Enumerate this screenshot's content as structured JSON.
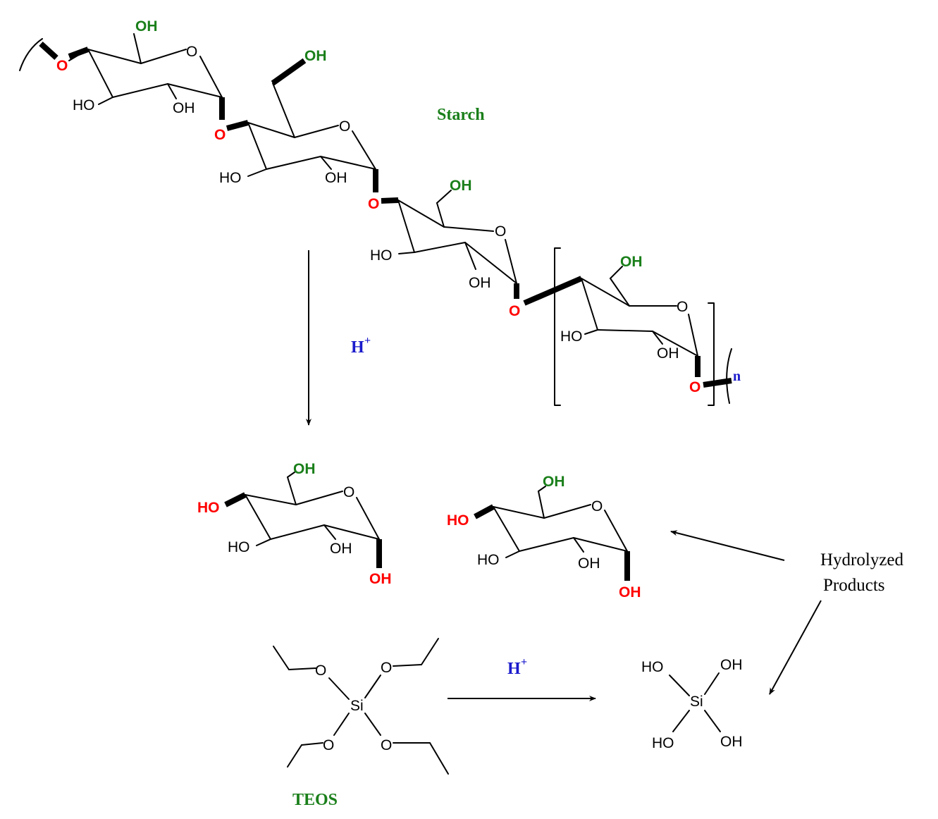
{
  "colors": {
    "ink": "#000000",
    "green": "#1a7f1a",
    "red": "#ff0000",
    "blue": "#1a1acc"
  },
  "labels": {
    "starch": "Starch",
    "teos": "TEOS",
    "h_plus_base": "H",
    "h_plus_sup": "+",
    "hydrolyzed_line1": "Hydrolyzed",
    "hydrolyzed_line2": "Products",
    "repeat_n": "n"
  },
  "atoms": {
    "OH": "OH",
    "HO": "HO",
    "O": "O",
    "Si": "Si"
  }
}
